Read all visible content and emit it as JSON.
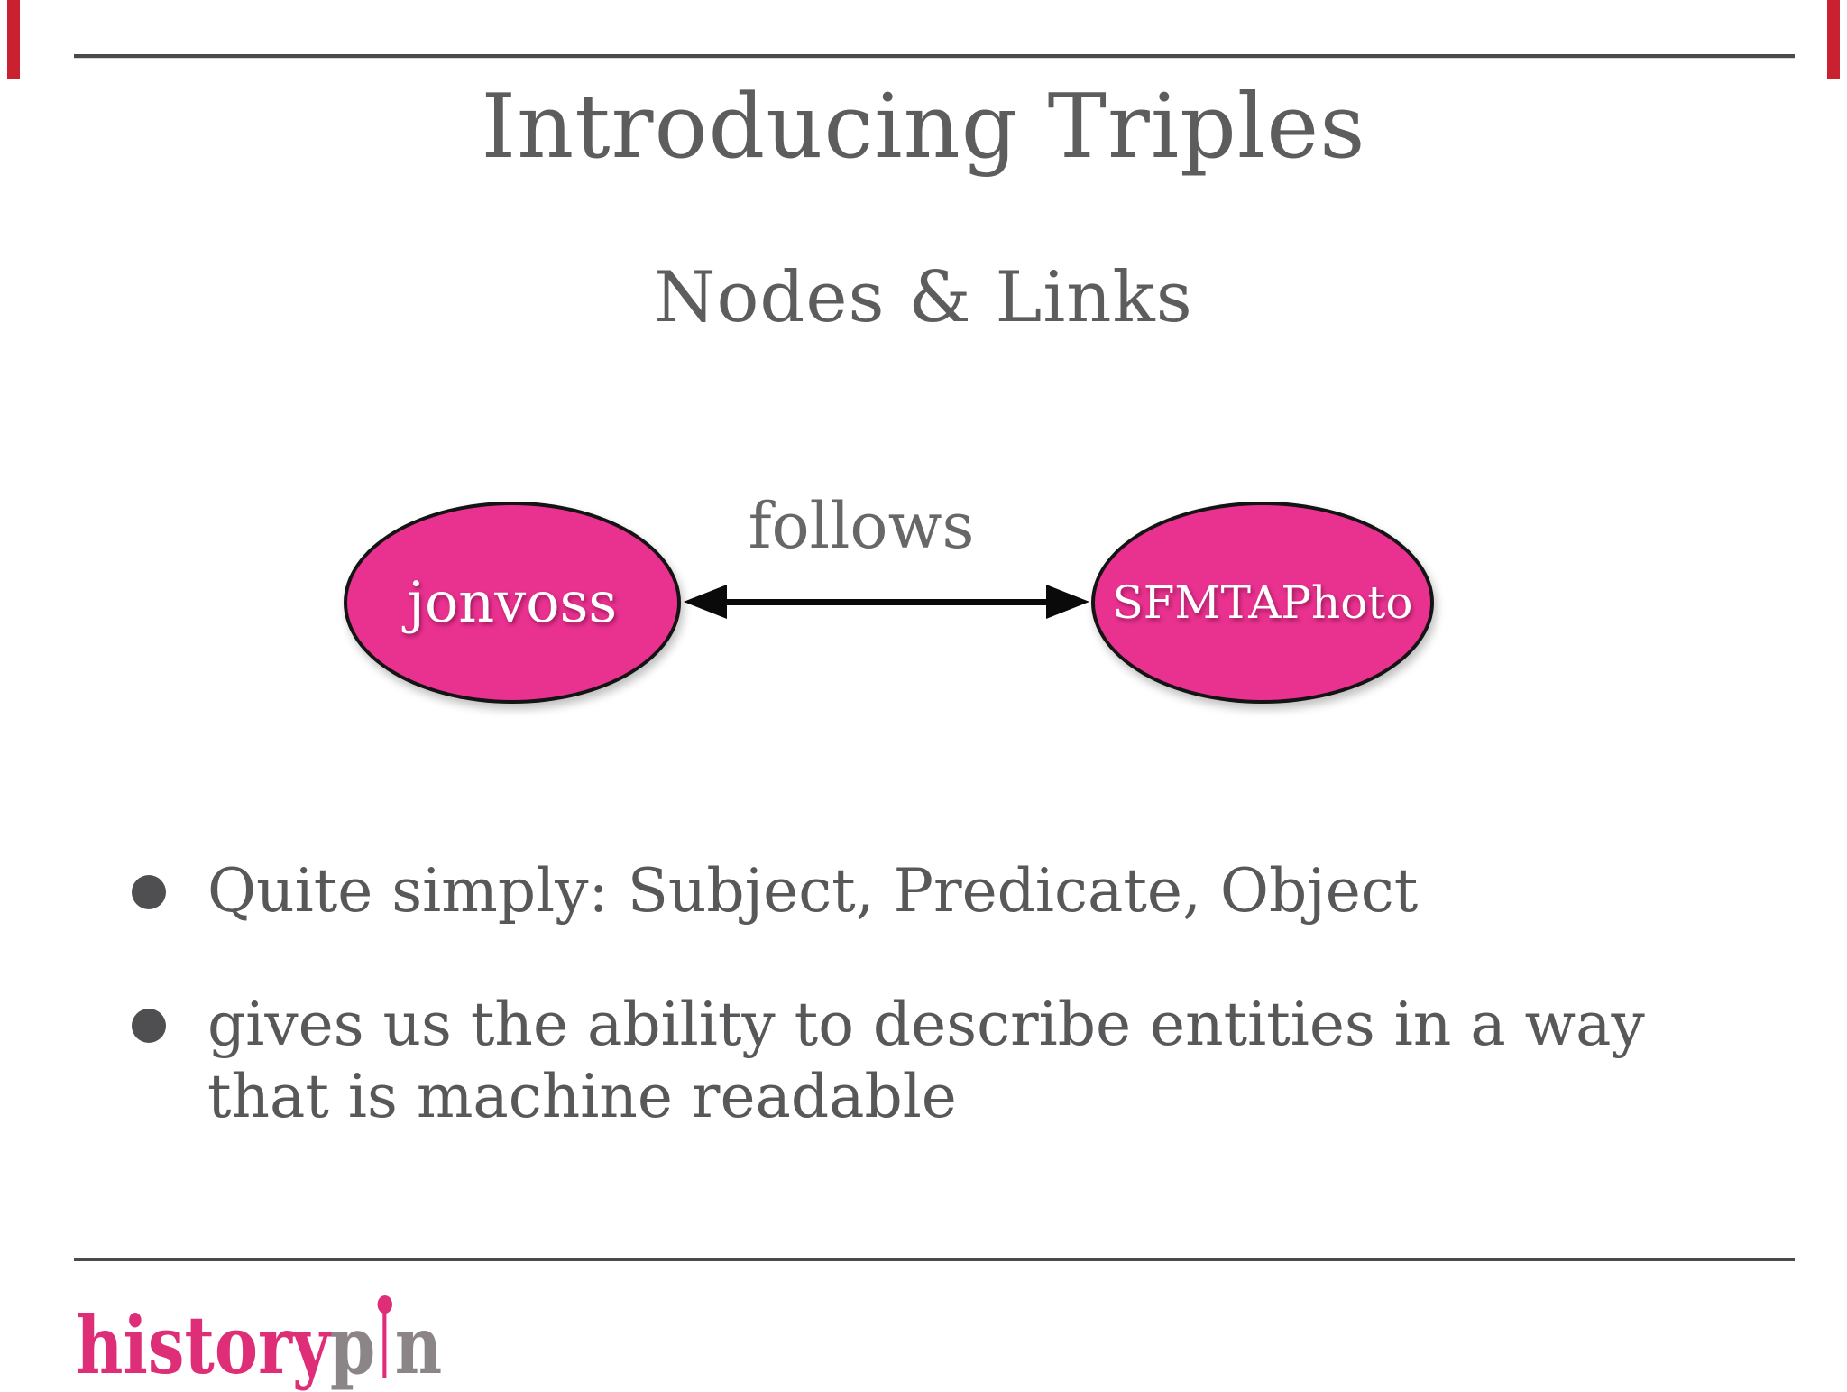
{
  "slide": {
    "title": "Introducing Triples",
    "subtitle": "Nodes & Links",
    "diagram": {
      "subject_node": "jonvoss",
      "object_node": "SFMTAPhoto",
      "predicate_label": "follows"
    },
    "bullets": [
      "Quite simply: Subject, Predicate, Object",
      "gives us the ability to describe entities in a way that is machine readable"
    ]
  },
  "footer": {
    "logo_history": "history",
    "logo_p": "p",
    "logo_n": "n"
  },
  "colors": {
    "node_fill": "#e9318f",
    "title_gray": "#5d5d5d",
    "body_gray": "#58585a",
    "rule_gray": "#4a4a4a",
    "logo_pink": "#df2e78",
    "logo_gray": "#8b8588",
    "corner_red": "#c92130"
  }
}
